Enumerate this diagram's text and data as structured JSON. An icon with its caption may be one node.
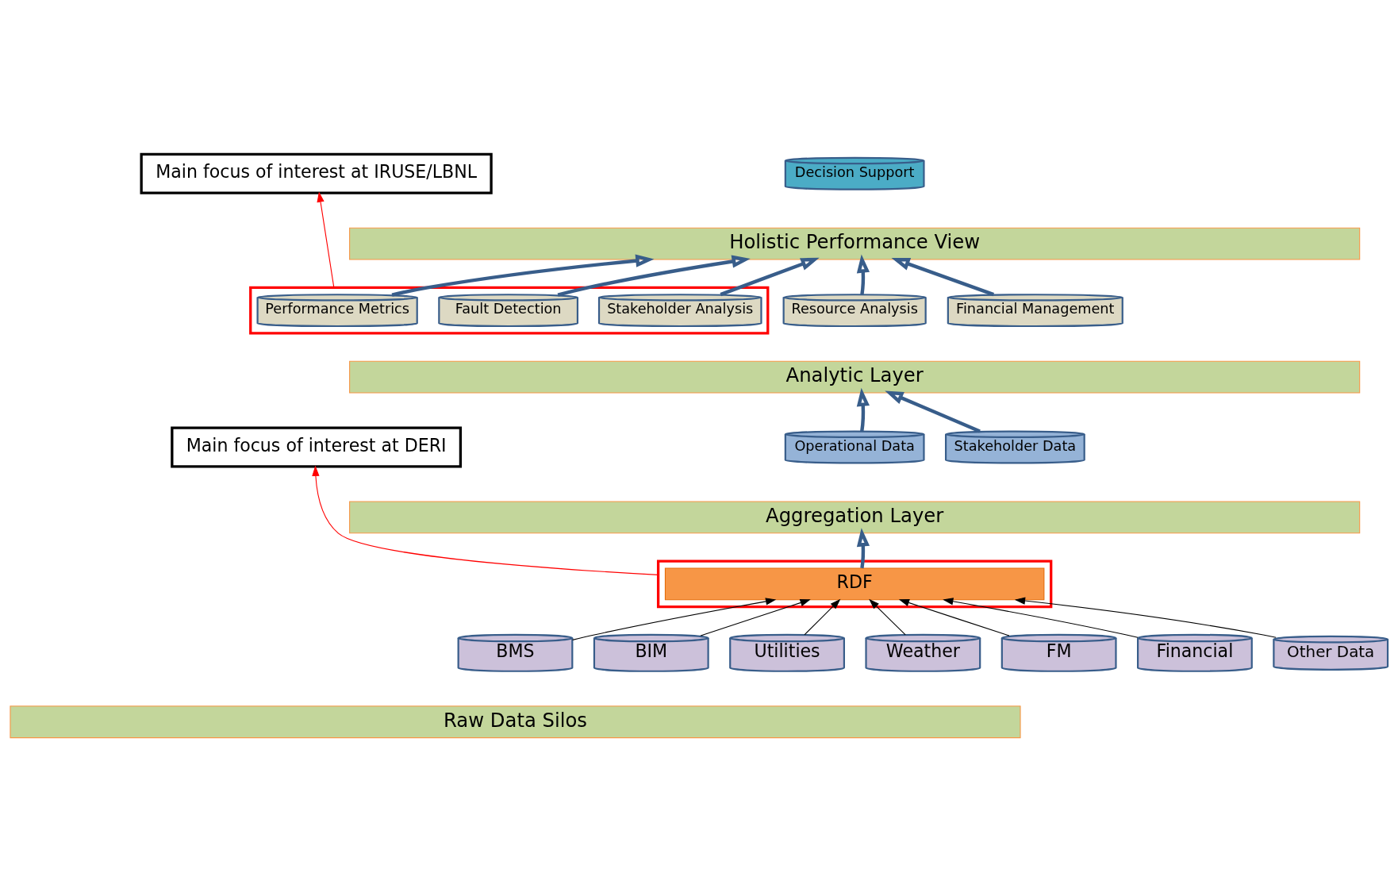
{
  "diagram": {
    "nodes": [
      {
        "text": [
          "Main focus of interest at IRUSE/LBNL"
        ]
      },
      {
        "text": [
          "Decision Support"
        ]
      },
      {
        "text": [
          "Holistic Performance View"
        ]
      },
      {
        "text": [],
        "shape": "box"
      },
      {
        "text": [
          "Resource Analysis"
        ]
      },
      {
        "text": [
          "Performance Metrics"
        ],
        "in": 3
      },
      {
        "text": [
          "Fault Detection"
        ],
        "in": 3
      },
      {
        "text": [
          "Stakeholder Analysis"
        ],
        "in": 3
      },
      {
        "text": [
          "Financial Management"
        ]
      },
      {
        "text": [
          "Analytic Layer"
        ]
      },
      {
        "text": [
          "Main focus of interest at DERI"
        ]
      },
      {
        "text": [
          "Operational Data"
        ]
      },
      {
        "text": [
          "Stakeholder Data"
        ]
      },
      {
        "text": [
          "Aggregation Layer"
        ]
      },
      {
        "text": [],
        "shape": "box"
      },
      {
        "text": [
          "RDF"
        ],
        "in": 14
      },
      {
        "text": [
          "BMS"
        ]
      },
      {
        "text": [
          "BIM"
        ]
      },
      {
        "text": [
          "Utilities"
        ]
      },
      {
        "text": [
          "Weather"
        ]
      },
      {
        "text": [
          "FM"
        ]
      },
      {
        "text": [
          "Financial"
        ]
      },
      {
        "text": [
          "Other Data"
        ]
      },
      {
        "text": [
          "Raw Data Silos"
        ]
      }
    ],
    "edges": [
      {
        "from": 3,
        "to": 0,
        "arrow": "to",
        "color": "#ff0000"
      },
      {
        "from": 4,
        "to": 2,
        "arrow": "to",
        "style": "thick",
        "color": "#385d8a"
      },
      {
        "from": 5,
        "to": 2,
        "arrow": "to",
        "style": "thick",
        "color": "#385d8a"
      },
      {
        "from": 6,
        "to": 2,
        "arrow": "to",
        "style": "thick",
        "color": "#385d8a"
      },
      {
        "from": 7,
        "to": 2,
        "arrow": "to",
        "style": "thick",
        "color": "#385d8a"
      },
      {
        "from": 8,
        "to": 2,
        "arrow": "to",
        "style": "thick",
        "color": "#385d8a"
      },
      {
        "from": 11,
        "to": 9,
        "arrow": "to",
        "style": "thick",
        "color": "#385d8a"
      },
      {
        "from": 12,
        "to": 9,
        "arrow": "to",
        "style": "thick",
        "color": "#385d8a"
      },
      {
        "from": 14,
        "to": 10,
        "arrow": "to",
        "color": "#ff0000"
      },
      {
        "from": 15,
        "to": 13,
        "arrow": "to",
        "style": "thick",
        "color": "#385d8a"
      },
      {
        "from": 16,
        "to": 15,
        "arrow": "to",
        "color": "#000000"
      },
      {
        "from": 17,
        "to": 15,
        "arrow": "to",
        "color": "#000000"
      },
      {
        "from": 18,
        "to": 15,
        "arrow": "to",
        "color": "#000000"
      },
      {
        "from": 19,
        "to": 15,
        "arrow": "to",
        "color": "#000000"
      },
      {
        "from": 20,
        "to": 15,
        "arrow": "to",
        "color": "#000000"
      },
      {
        "from": 21,
        "to": 15,
        "arrow": "to",
        "color": "#000000"
      },
      {
        "from": 22,
        "to": 15,
        "arrow": "to",
        "color": "#000000"
      }
    ]
  }
}
